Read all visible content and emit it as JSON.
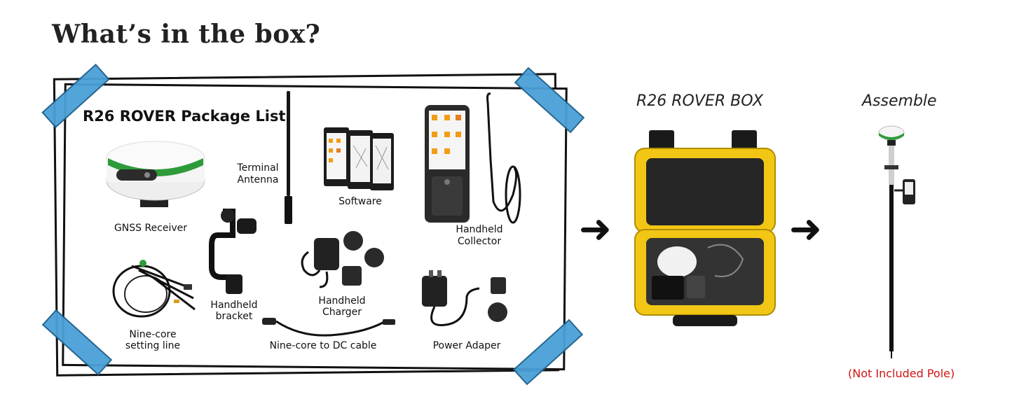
{
  "heading": "What’s in the box?",
  "package": {
    "title": "R26 ROVER Package List",
    "items": {
      "receiver": "GNSS Receiver",
      "antenna_line1": "Terminal",
      "antenna_line2": "Antenna",
      "software": "Software",
      "collector_line1": "Handheld",
      "collector_line2": "Collector",
      "setting_line1": "Nine-core",
      "setting_line2": "setting line",
      "bracket_line1": "Handheld",
      "bracket_line2": "bracket",
      "charger_line1": "Handheld",
      "charger_line2": "Charger",
      "dc_cable": "Nine-core to DC cable",
      "adapter": "Power Adaper"
    }
  },
  "box": {
    "title": "R26 ROVER BOX"
  },
  "assemble": {
    "title": "Assemble",
    "note": "(Not Included Pole)"
  },
  "colors": {
    "tape": "#4aa1d8",
    "receiver_green": "#2e9b3a",
    "case_yellow": "#f2c614",
    "note_red": "#d21414"
  }
}
